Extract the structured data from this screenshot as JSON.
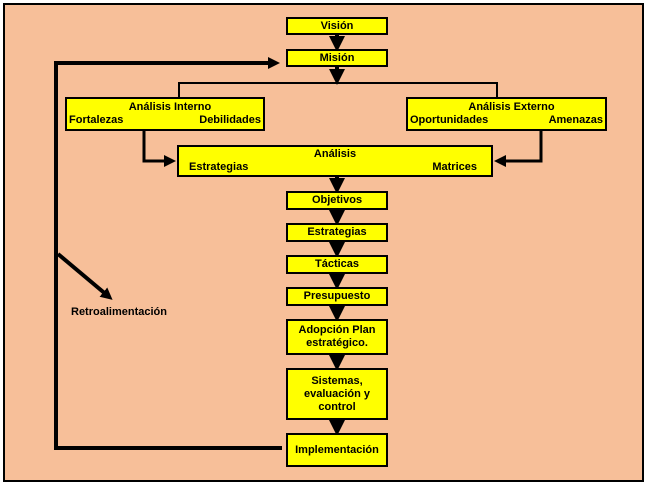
{
  "colors": {
    "background": "#f7bf99",
    "box": "#ffff00",
    "line": "#000000"
  },
  "nodes": {
    "vision": "Visión",
    "mision": "Misión",
    "interno": {
      "title": "Análisis Interno",
      "left": "Fortalezas",
      "right": "Debilidades"
    },
    "externo": {
      "title": "Análisis Externo",
      "left": "Oportunidades",
      "right": "Amenazas"
    },
    "analisis": {
      "title": "Análisis",
      "left": "Estrategias",
      "right": "Matrices"
    },
    "objetivos": "Objetivos",
    "estrategias": "Estrategias",
    "tacticas": "Tácticas",
    "presupuesto": "Presupuesto",
    "adopcion": "Adopción Plan estratégico.",
    "sistemas": "Sistemas, evaluación y control",
    "implementacion": "Implementación"
  },
  "feedback_label": "Retroalimentación"
}
